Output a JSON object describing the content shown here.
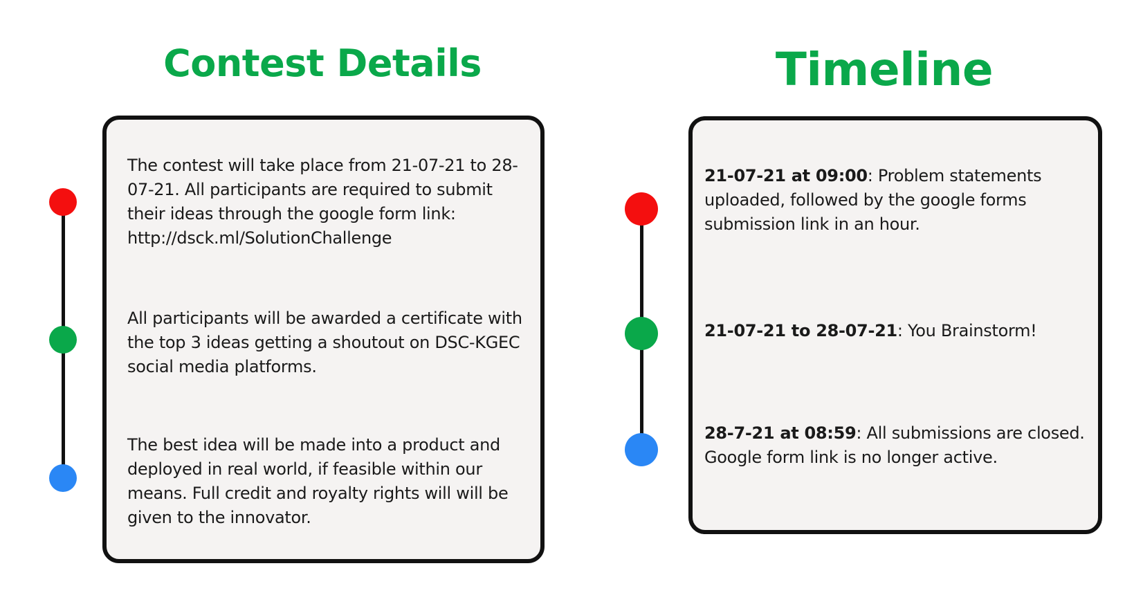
{
  "contest": {
    "title": "Contest Details",
    "paragraphs": [
      "The contest will take place from 21-07-21 to 28-07-21. All participants are required to submit their ideas through the google form link:  http://dsck.ml/SolutionChallenge",
      "All participants will be awarded a certificate with the top 3 ideas getting a shoutout on DSC-KGEC social media platforms.",
      "The best idea will be made into a product and deployed in real world, if feasible within our means. Full credit and royalty rights will will be given to the innovator."
    ]
  },
  "timeline": {
    "title": "Timeline",
    "entries": [
      {
        "when": "21-07-21 at 09:00",
        "text": ": Problem statements uploaded, followed by the google forms submission link in an hour."
      },
      {
        "when": "21-07-21 to 28-07-21",
        "text": ": You Brainstorm!"
      },
      {
        "when": "28-7-21 at 08:59",
        "text": ": All submissions are closed. Google form link is no longer active."
      }
    ]
  },
  "colors": {
    "accent_green": "#0aa84a",
    "dot_red": "#f40f0f",
    "dot_green": "#0aa84a",
    "dot_blue": "#2a87f5",
    "card_background": "#f5f3f2",
    "card_border": "#111111"
  }
}
